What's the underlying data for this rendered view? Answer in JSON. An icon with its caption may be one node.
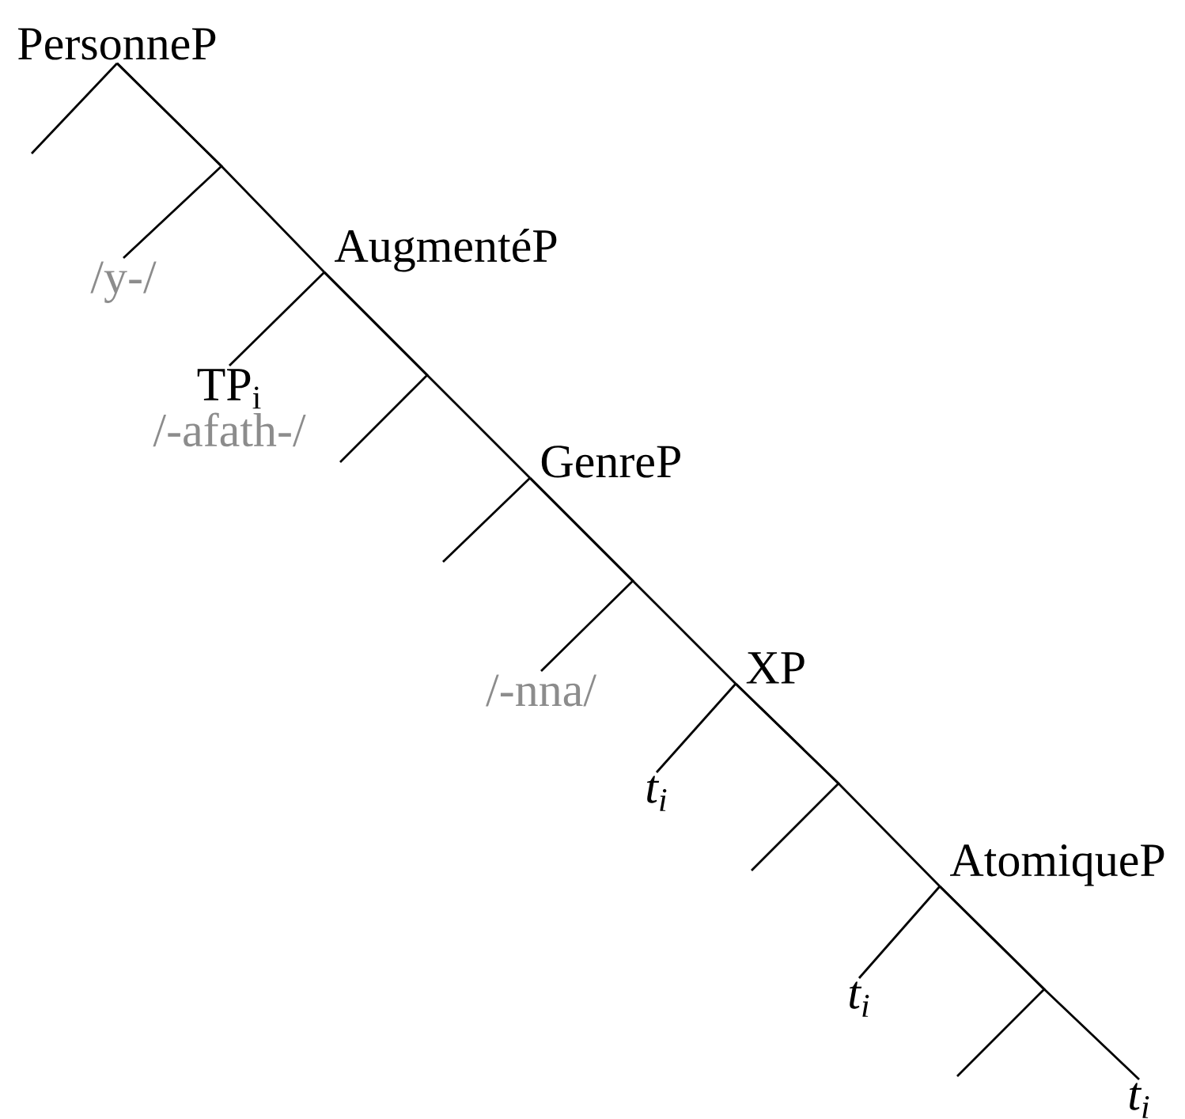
{
  "diagram": {
    "nodes": [
      {
        "text": [
          "PersonneP"
        ]
      },
      {
        "text": [
          "/y-/"
        ]
      },
      {
        "text": [
          "AugmentéP"
        ]
      },
      {
        "text": [
          "TP$_{i}$",
          "/-afath-/"
        ]
      },
      {
        "text": [
          "GenreP"
        ]
      },
      {
        "text": [
          "/-nna/"
        ]
      },
      {
        "text": [
          "XP"
        ]
      },
      {
        "text": [
          "t$_{i}$"
        ]
      },
      {
        "text": [
          "AtomiqueP"
        ]
      },
      {
        "text": [
          "t$_{i}$"
        ]
      },
      {
        "text": [
          "t$_{i}$"
        ]
      }
    ],
    "edges": [
      {
        "from": 0,
        "to": null,
        "arrow": "none"
      },
      {
        "from": 0,
        "to": 2,
        "arrow": "none"
      },
      {
        "from": 0,
        "to": 1,
        "arrow": "none"
      },
      {
        "from": 2,
        "to": 3,
        "arrow": "none"
      },
      {
        "from": 2,
        "to": 4,
        "arrow": "none"
      },
      {
        "from": 2,
        "to": null,
        "arrow": "none"
      },
      {
        "from": 4,
        "to": null,
        "arrow": "none"
      },
      {
        "from": 4,
        "to": 6,
        "arrow": "none"
      },
      {
        "from": 4,
        "to": 5,
        "arrow": "none"
      },
      {
        "from": 6,
        "to": 7,
        "arrow": "none"
      },
      {
        "from": 6,
        "to": 8,
        "arrow": "none"
      },
      {
        "from": 6,
        "to": null,
        "arrow": "none"
      },
      {
        "from": 8,
        "to": 9,
        "arrow": "none"
      },
      {
        "from": 8,
        "to": 10,
        "arrow": "none"
      },
      {
        "from": 8,
        "to": null,
        "arrow": "none"
      }
    ]
  }
}
